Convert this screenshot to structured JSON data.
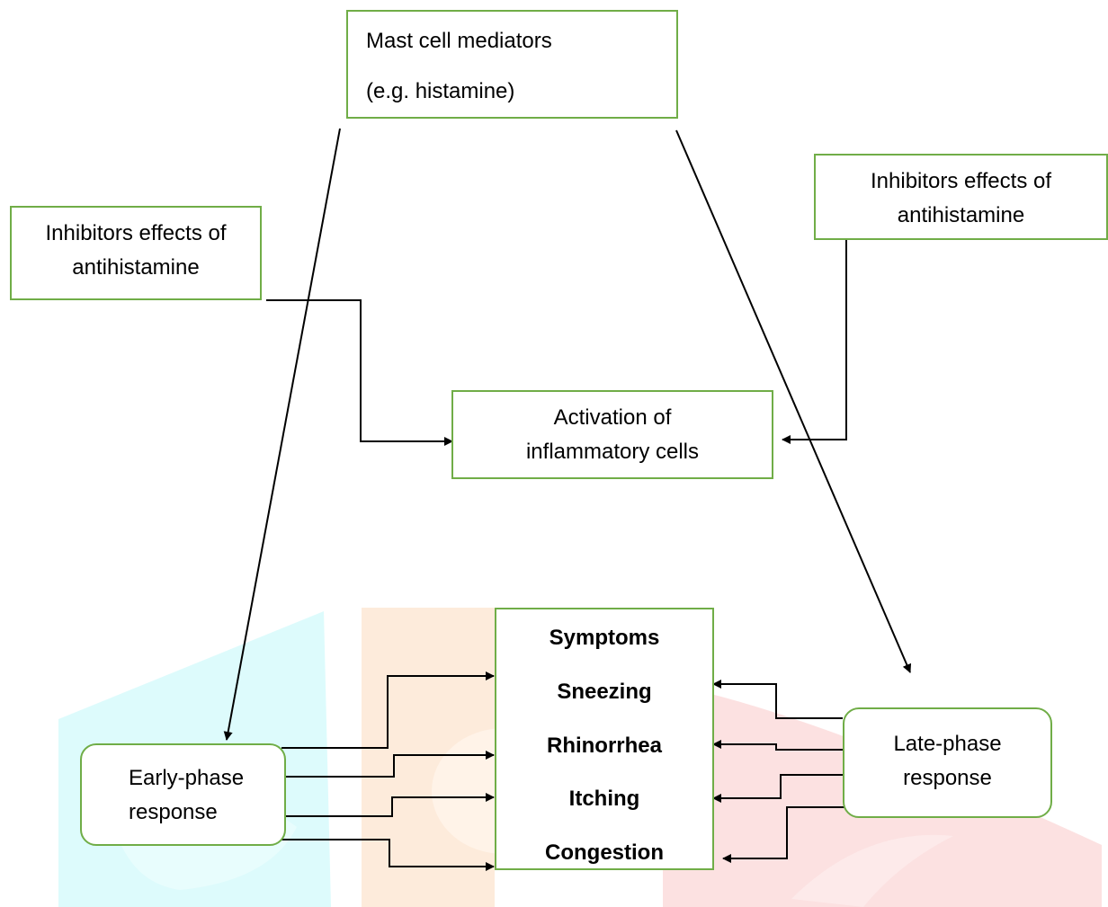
{
  "nodes": {
    "mast": {
      "lines": [
        "Mast cell mediators",
        "(e.g. histamine)"
      ]
    },
    "inhib_left": {
      "lines": [
        "Inhibitors effects of",
        "antihistamine"
      ]
    },
    "inhib_right": {
      "lines": [
        "Inhibitors effects of",
        "antihistamine"
      ]
    },
    "activation": {
      "lines": [
        "Activation of",
        "inflammatory cells"
      ]
    },
    "symptoms": {
      "items": [
        "Symptoms",
        "Sneezing",
        "Rhinorrhea",
        "Itching",
        "Congestion"
      ]
    },
    "early": {
      "lines": [
        "Early-phase",
        "response"
      ]
    },
    "late": {
      "lines": [
        "Late-phase",
        "response"
      ]
    }
  },
  "colors": {
    "box_border": "#70ad47",
    "arrow": "#000000",
    "watermark_cyan": "#d4fafb",
    "watermark_orange": "#fde6d2",
    "watermark_red": "#fbdada"
  }
}
